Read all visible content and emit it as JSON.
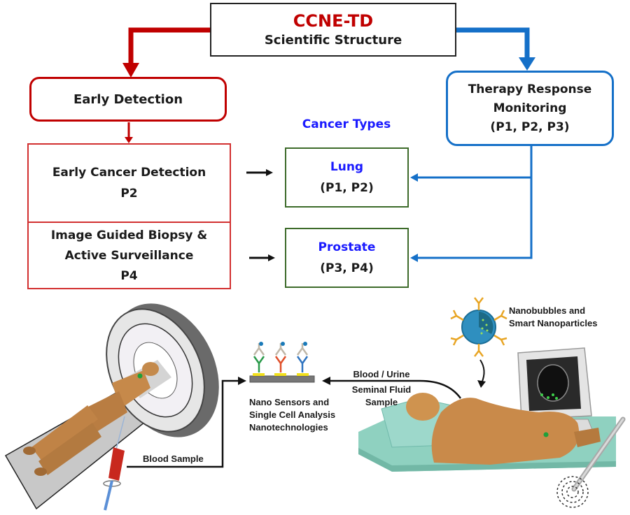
{
  "header": {
    "title": "CCNE-TD",
    "subtitle": "Scientific Structure"
  },
  "branches": {
    "early_detection": "Early Detection",
    "therapy_response": {
      "line1": "Therapy Response",
      "line2": "Monitoring",
      "line3": "(P1, P2, P3)"
    }
  },
  "detection_projects": [
    {
      "lines": [
        "Early Cancer Detection",
        "P2"
      ]
    },
    {
      "lines": [
        "Image Guided Biopsy &",
        "Active Surveillance",
        "P4"
      ]
    }
  ],
  "cancer_types": {
    "heading": "Cancer Types",
    "items": [
      {
        "name": "Lung",
        "projects": "(P1, P2)"
      },
      {
        "name": "Prostate",
        "projects": "(P3, P4)"
      }
    ]
  },
  "illustrations": {
    "blood_sample": "Blood Sample",
    "nano_sensors": [
      "Nano Sensors and",
      "Single Cell Analysis",
      "Nanotechnologies"
    ],
    "fluid_sample": [
      "Blood / Urine",
      "Seminal Fluid",
      "Sample"
    ],
    "nanoparticles": [
      "Nanobubbles and",
      "Smart Nanoparticles"
    ]
  },
  "colors": {
    "early_detection": "#c00000",
    "therapy_response": "#1570c8",
    "cancer_types_text": "#1a1aff",
    "cancer_box_border": "#3d6b2a",
    "table_teal": "#8fd1c0",
    "skin": "#c9894a"
  }
}
